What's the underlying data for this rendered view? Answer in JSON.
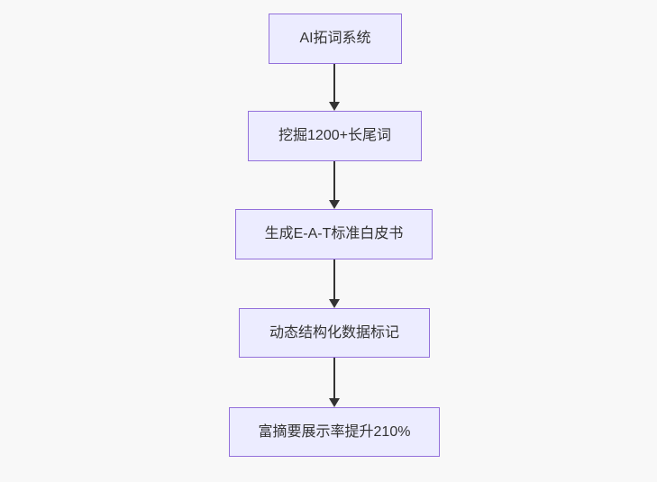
{
  "page": {
    "background": "#f8f8f8"
  },
  "diagram": {
    "type": "flowchart",
    "direction": "top-down",
    "nodes": [
      {
        "id": "n1",
        "label": "AI拓词系统"
      },
      {
        "id": "n2",
        "label": "挖掘1200+长尾词"
      },
      {
        "id": "n3",
        "label": "生成E-A-T标准白皮书"
      },
      {
        "id": "n4",
        "label": "动态结构化数据标记"
      },
      {
        "id": "n5",
        "label": "富摘要展示率提升210%"
      }
    ],
    "edges": [
      {
        "from": "n1",
        "to": "n2"
      },
      {
        "from": "n2",
        "to": "n3"
      },
      {
        "from": "n3",
        "to": "n4"
      },
      {
        "from": "n4",
        "to": "n5"
      }
    ],
    "colors": {
      "page_background": "#f8f8f8",
      "node_fill": "#ECECFF",
      "node_border": "#9370DB",
      "text": "#333333",
      "arrow": "#333333"
    }
  }
}
